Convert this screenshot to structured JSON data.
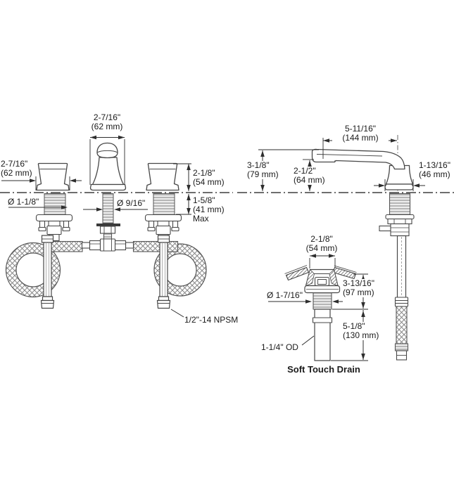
{
  "page": {
    "background": "#ffffff",
    "line_color": "#474747",
    "text_color": "#1a1a1a"
  },
  "front_view": {
    "spout_width_in": "2-7/16\"",
    "spout_width_mm": "(62 mm)",
    "handle_width_in": "2-7/16\"",
    "handle_width_mm": "(62 mm)",
    "handle_height_in": "2-1/8\"",
    "handle_height_mm": "(54 mm)",
    "deck_thickness_in": "1-5/8\"",
    "deck_thickness_mm": "(41 mm)",
    "deck_thickness_note": "Max",
    "handle_shank_diameter": "Ø 1-1/8\"",
    "spout_shank_diameter": "Ø 9/16\"",
    "supply_connection": "1/2\"-14 NPSM"
  },
  "side_view": {
    "spout_reach_in": "5-11/16\"",
    "spout_reach_mm": "(144 mm)",
    "spout_height_in": "3-1/8\"",
    "spout_height_mm": "(79 mm)",
    "outlet_height_in": "2-1/2\"",
    "outlet_height_mm": "(64 mm)",
    "base_diameter_in": "1-13/16\"",
    "base_diameter_mm": "(46 mm)"
  },
  "drain_view": {
    "flange_width_in": "2-1/8\"",
    "flange_width_mm": "(54 mm)",
    "thread_diameter": "Ø 1-7/16\"",
    "upper_length_in": "3-13/16\"",
    "upper_length_mm": "(97 mm)",
    "lower_length_in": "5-1/8\"",
    "lower_length_mm": "(130 mm)",
    "tailpiece_od": "1-1/4\" OD",
    "caption": "Soft Touch Drain"
  }
}
